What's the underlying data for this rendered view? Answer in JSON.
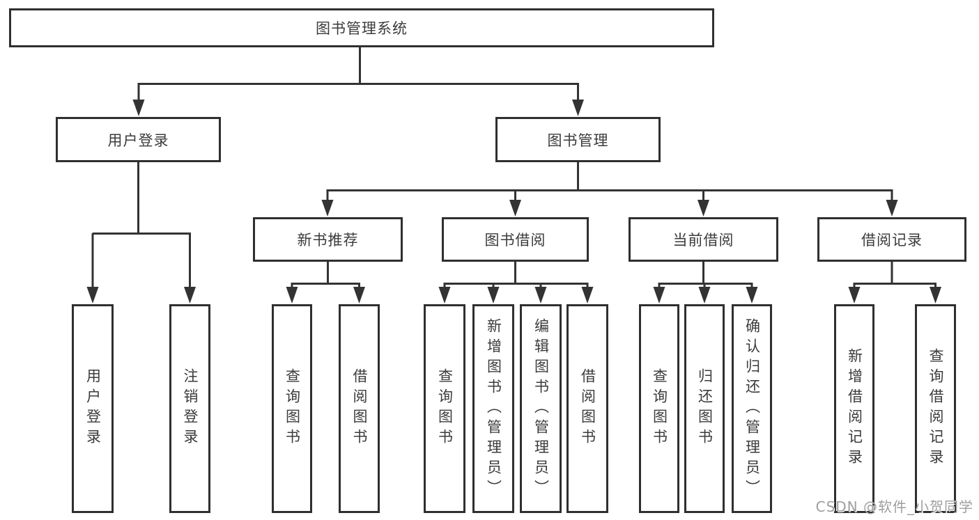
{
  "diagram": {
    "root": {
      "label": "图书管理系统"
    },
    "level2": [
      {
        "label": "用户登录"
      },
      {
        "label": "图书管理"
      }
    ],
    "level3": [
      {
        "label": "新书推荐"
      },
      {
        "label": "图书借阅"
      },
      {
        "label": "当前借阅"
      },
      {
        "label": "借阅记录"
      }
    ],
    "leaves": {
      "user_login": [
        "用户登录",
        "注销登录"
      ],
      "new_books": [
        "查询图书",
        "借阅图书"
      ],
      "borrowing": [
        "查询图书",
        "新增图书（管理员）",
        "编辑图书（管理员）",
        "借阅图书"
      ],
      "current": [
        "查询图书",
        "归还图书",
        "确认归还（管理员）"
      ],
      "records": [
        "新增借阅记录",
        "查询借阅记录"
      ]
    }
  },
  "watermark": {
    "text": "CSDN @软件_小贺同学",
    "color": "#9e9e9e"
  },
  "colors": {
    "line": "#333333",
    "box_border": "#2f2f2f",
    "text": "#3b3b3b",
    "background": "#ffffff"
  }
}
